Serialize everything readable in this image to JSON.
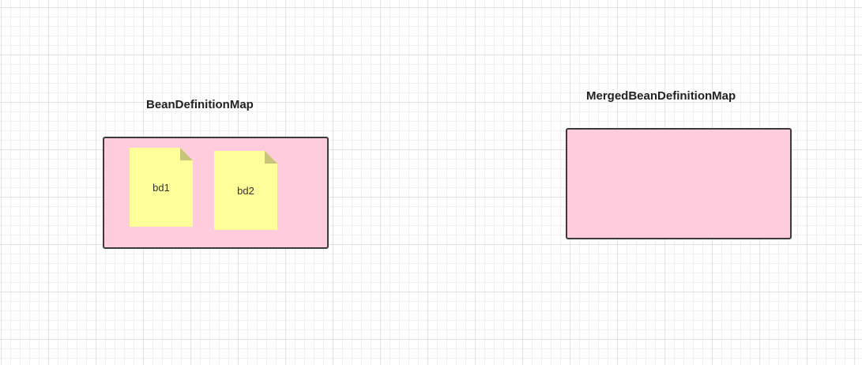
{
  "diagram": {
    "left_map": {
      "title": "BeanDefinitionMap",
      "items": [
        {
          "label": "bd1"
        },
        {
          "label": "bd2"
        }
      ]
    },
    "right_map": {
      "title": "MergedBeanDefinitionMap"
    }
  },
  "colors": {
    "map_fill": "#ffccde",
    "map_border": "#3b3b3b",
    "note_fill": "#ffff99",
    "note_fold": "#c8c47a"
  }
}
